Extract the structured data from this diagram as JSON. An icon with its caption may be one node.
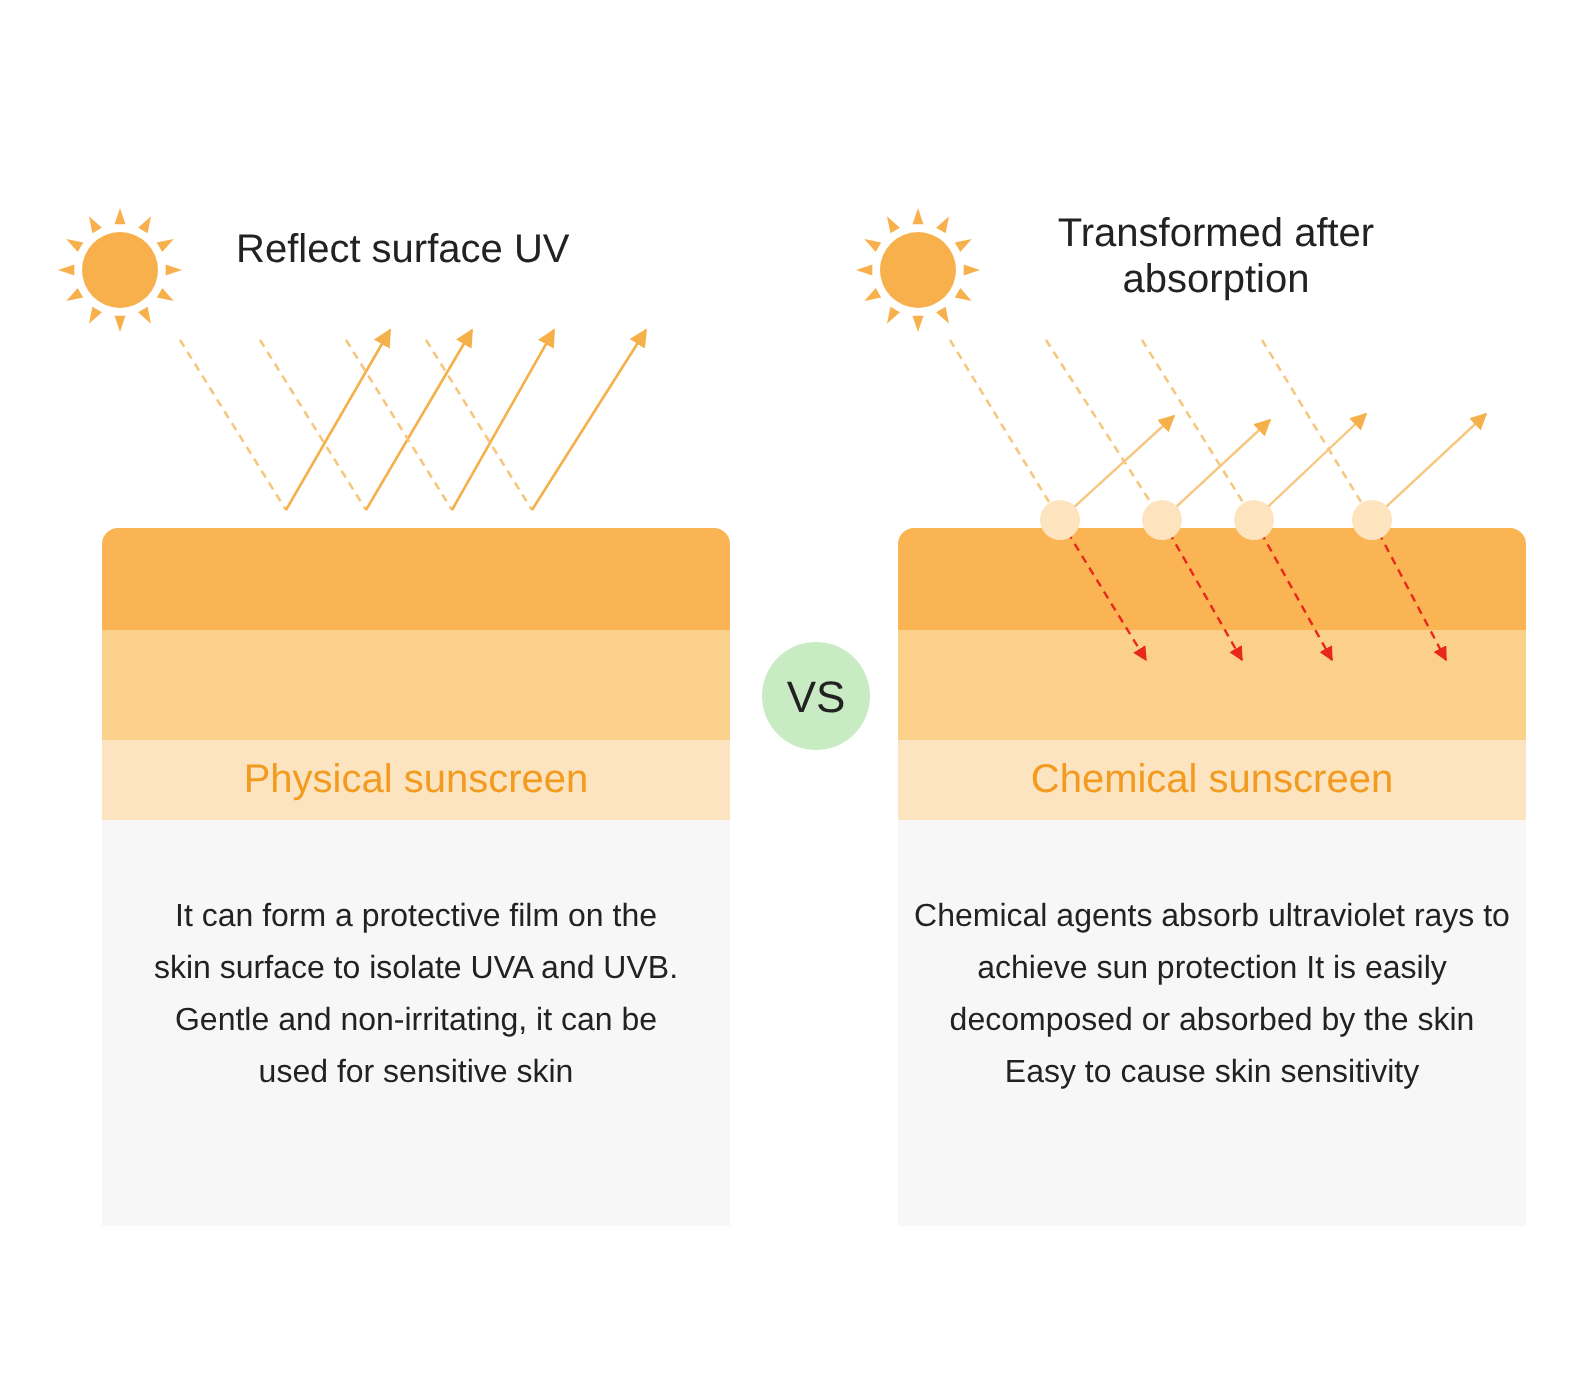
{
  "diagram": {
    "nodes": [
      {
        "text": [
          "Physical sunscreen"
        ]
      },
      {
        "text": [
          "It can form a protective film on the skin surface to isolate UVA and UVB. Gentle and non-irritating, it can be used for sensitive skin"
        ]
      },
      {
        "text": [
          "VS"
        ]
      },
      {
        "text": [
          "Chemical sunscreen"
        ]
      },
      {
        "text": [
          "Chemical agents absorb ultraviolet rays to achieve sun protection It is easily decomposed or absorbed by the skin Easy to cause skin sensitivity"
        ]
      }
    ],
    "labels": [
      "Reflect surface UV",
      "Transformed after absorption"
    ]
  }
}
